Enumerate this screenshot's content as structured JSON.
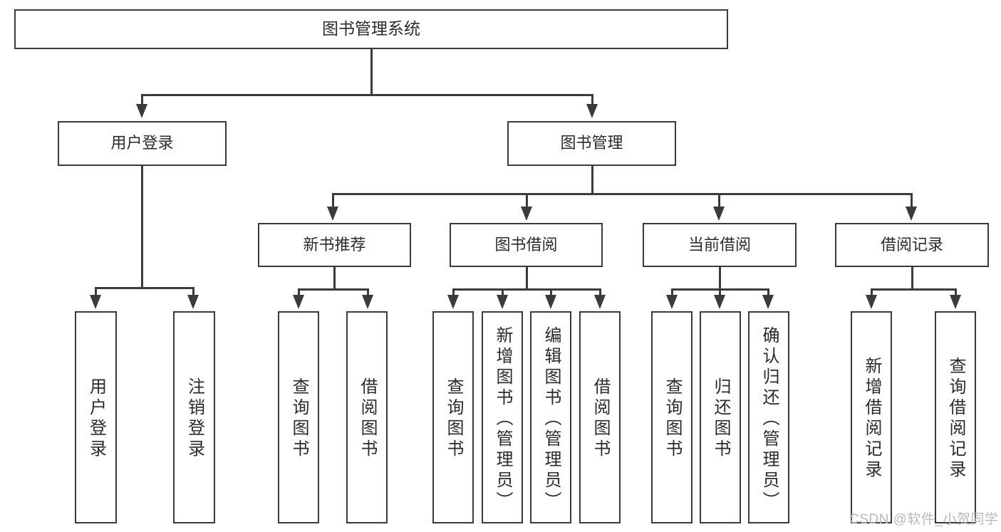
{
  "diagram": {
    "type": "tree-hierarchy-flowchart",
    "title": "图书管理系统",
    "watermark": "CSDN @软件_小贺同学",
    "colors": {
      "stroke": "#3b3b3b",
      "fill": "#ffffff",
      "text": "#2b2b2b",
      "watermark": "#b9b9b9"
    },
    "levels": [
      {
        "level": 1,
        "nodes": [
          {
            "id": "root",
            "label": "图书管理系统",
            "orientation": "horizontal"
          }
        ]
      },
      {
        "level": 2,
        "nodes": [
          {
            "id": "login",
            "label": "用户登录",
            "orientation": "horizontal",
            "parent": "root"
          },
          {
            "id": "bookmgmt",
            "label": "图书管理",
            "orientation": "horizontal",
            "parent": "root"
          }
        ]
      },
      {
        "level": 3,
        "nodes": [
          {
            "id": "newbook",
            "label": "新书推荐",
            "orientation": "horizontal",
            "parent": "bookmgmt"
          },
          {
            "id": "borrow",
            "label": "图书借阅",
            "orientation": "horizontal",
            "parent": "bookmgmt"
          },
          {
            "id": "current",
            "label": "当前借阅",
            "orientation": "horizontal",
            "parent": "bookmgmt"
          },
          {
            "id": "records",
            "label": "借阅记录",
            "orientation": "horizontal",
            "parent": "bookmgmt"
          }
        ]
      },
      {
        "level": 4,
        "nodes": [
          {
            "id": "leaf-user-login",
            "label": "用户登录",
            "orientation": "vertical",
            "parent": "login"
          },
          {
            "id": "leaf-user-logout",
            "label": "注销登录",
            "orientation": "vertical",
            "parent": "login"
          },
          {
            "id": "leaf-query-book-1",
            "label": "查询图书",
            "orientation": "vertical",
            "parent": "newbook"
          },
          {
            "id": "leaf-borrow-book-1",
            "label": "借阅图书",
            "orientation": "vertical",
            "parent": "newbook"
          },
          {
            "id": "leaf-query-book-2",
            "label": "查询图书",
            "orientation": "vertical",
            "parent": "borrow"
          },
          {
            "id": "leaf-add-book",
            "label": "新增图书（管理员）",
            "orientation": "vertical",
            "parent": "borrow"
          },
          {
            "id": "leaf-edit-book",
            "label": "编辑图书（管理员）",
            "orientation": "vertical",
            "parent": "borrow"
          },
          {
            "id": "leaf-borrow-book-2",
            "label": "借阅图书",
            "orientation": "vertical",
            "parent": "borrow"
          },
          {
            "id": "leaf-query-book-3",
            "label": "查询图书",
            "orientation": "vertical",
            "parent": "current"
          },
          {
            "id": "leaf-return-book",
            "label": "归还图书",
            "orientation": "vertical",
            "parent": "current"
          },
          {
            "id": "leaf-confirm-return",
            "label": "确认归还（管理员）",
            "orientation": "vertical",
            "parent": "current"
          },
          {
            "id": "leaf-add-record",
            "label": "新增借阅记录",
            "orientation": "vertical",
            "parent": "records"
          },
          {
            "id": "leaf-query-record",
            "label": "查询借阅记录",
            "orientation": "vertical",
            "parent": "records"
          }
        ]
      }
    ]
  }
}
